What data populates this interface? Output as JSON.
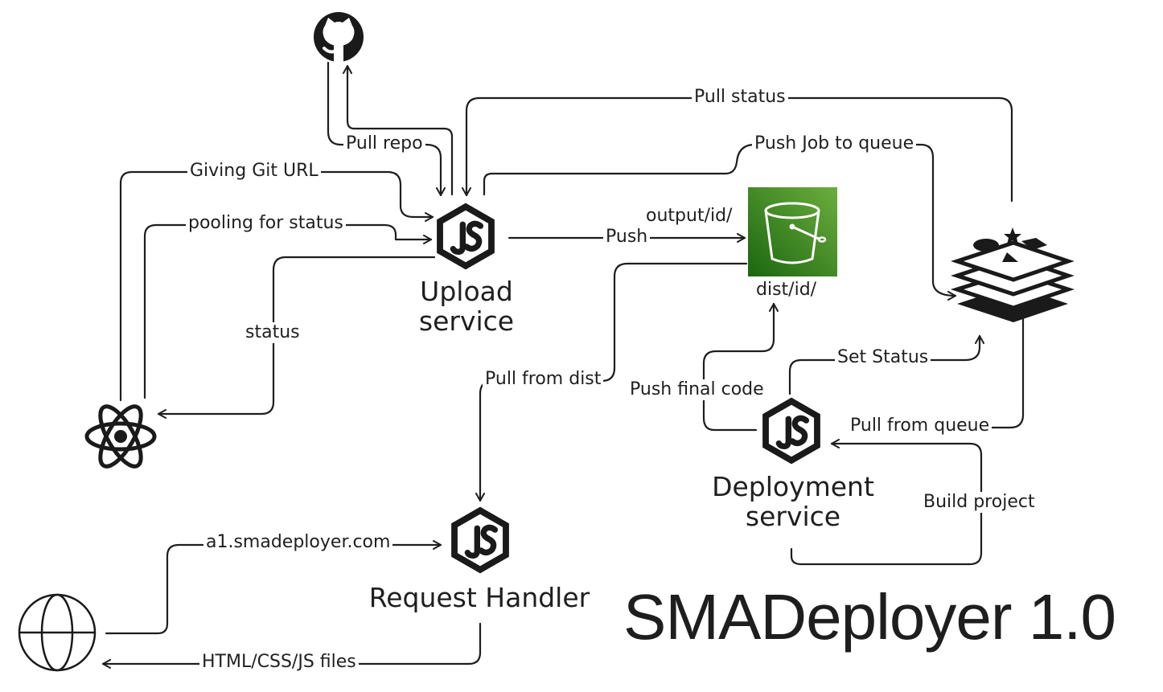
{
  "title": "SMADeployer 1.0",
  "nodes": {
    "upload_service": "Upload\nservice",
    "request_handler": "Request Handler",
    "deployment_service": "Deployment\nservice",
    "s3_output_label": "output/id/",
    "s3_dist_label": "dist/id/"
  },
  "edges": {
    "pull_repo": "Pull repo",
    "giving_git_url": "Giving Git URL",
    "pooling_for_status": "pooling for status",
    "status": "status",
    "pull_status": "Pull status",
    "push_job_to_queue": "Push Job to queue",
    "push": "Push",
    "pull_from_dist": "Pull from dist",
    "push_final_code": "Push final code",
    "set_status": "Set Status",
    "pull_from_queue": "Pull from queue",
    "build_project": "Build project",
    "domain": "a1.smadeployer.com",
    "files": "HTML/CSS/JS files"
  },
  "icons": {
    "github": "github-icon",
    "react": "react-icon",
    "globe": "globe-icon",
    "node": "nodejs-icon",
    "s3": "s3-bucket-icon",
    "redis": "redis-icon"
  },
  "colors": {
    "stroke": "#1e1e1e",
    "s3_dark": "#1b660f",
    "s3_light": "#6cae3e"
  }
}
